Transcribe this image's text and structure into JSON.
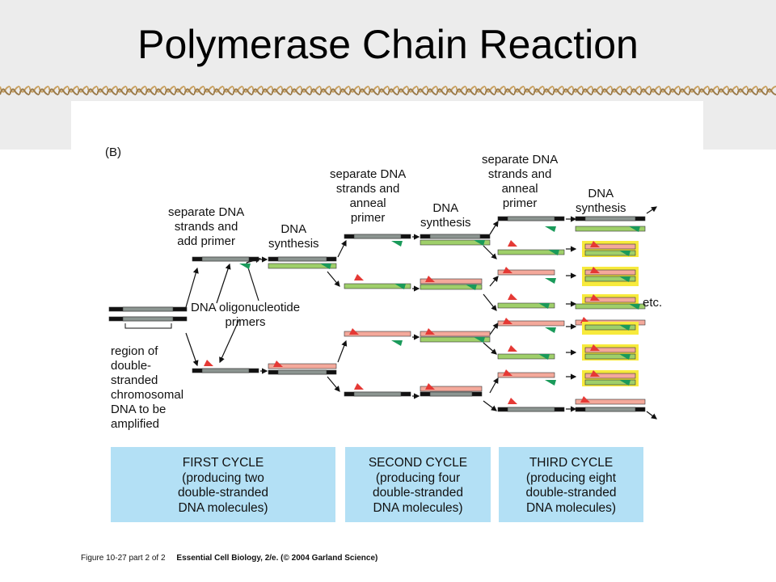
{
  "title": "Polymerase Chain Reaction",
  "panel_label": "(B)",
  "labels": {
    "separate_add_1": "separate DNA",
    "separate_add_2": "strands and",
    "separate_add_3": "add primer",
    "synth1_1": "DNA",
    "synth1_2": "synthesis",
    "sep2_1": "separate DNA",
    "sep2_2": "strands and",
    "sep2_3": "anneal",
    "sep2_4": "primer",
    "synth2_1": "DNA",
    "synth2_2": "synthesis",
    "sep3_1": "separate DNA",
    "sep3_2": "strands and",
    "sep3_3": "anneal",
    "sep3_4": "primer",
    "synth3_1": "DNA",
    "synth3_2": "synthesis",
    "oligo_1": "DNA oligonucleotide",
    "oligo_2": "primers",
    "region_1": "region of",
    "region_2": "double-",
    "region_3": "stranded",
    "region_4": "chromosomal",
    "region_5": "DNA to be",
    "region_6": "amplified",
    "etc": "etc."
  },
  "cycles": [
    {
      "line1": "FIRST CYCLE",
      "line2": "(producing two",
      "line3": "double-stranded",
      "line4": "DNA molecules)"
    },
    {
      "line1": "SECOND CYCLE",
      "line2": "(producing four",
      "line3": "double-stranded",
      "line4": "DNA molecules)"
    },
    {
      "line1": "THIRD CYCLE",
      "line2": "(producing eight",
      "line3": "double-stranded",
      "line4": "DNA molecules)"
    }
  ],
  "footer": {
    "figure": "Figure 10-27 part 2 of 2",
    "source": "Essential Cell Biology, 2/e. (© 2004 Garland Science)"
  },
  "colors": {
    "template": "#8c9591",
    "new_green": "#9fcf6a",
    "new_red": "#f4a99b",
    "primer_red": "#e53935",
    "primer_green": "#1a9a5a",
    "highlight": "#f7ea3c",
    "cycle_box": "#b3e0f5"
  }
}
